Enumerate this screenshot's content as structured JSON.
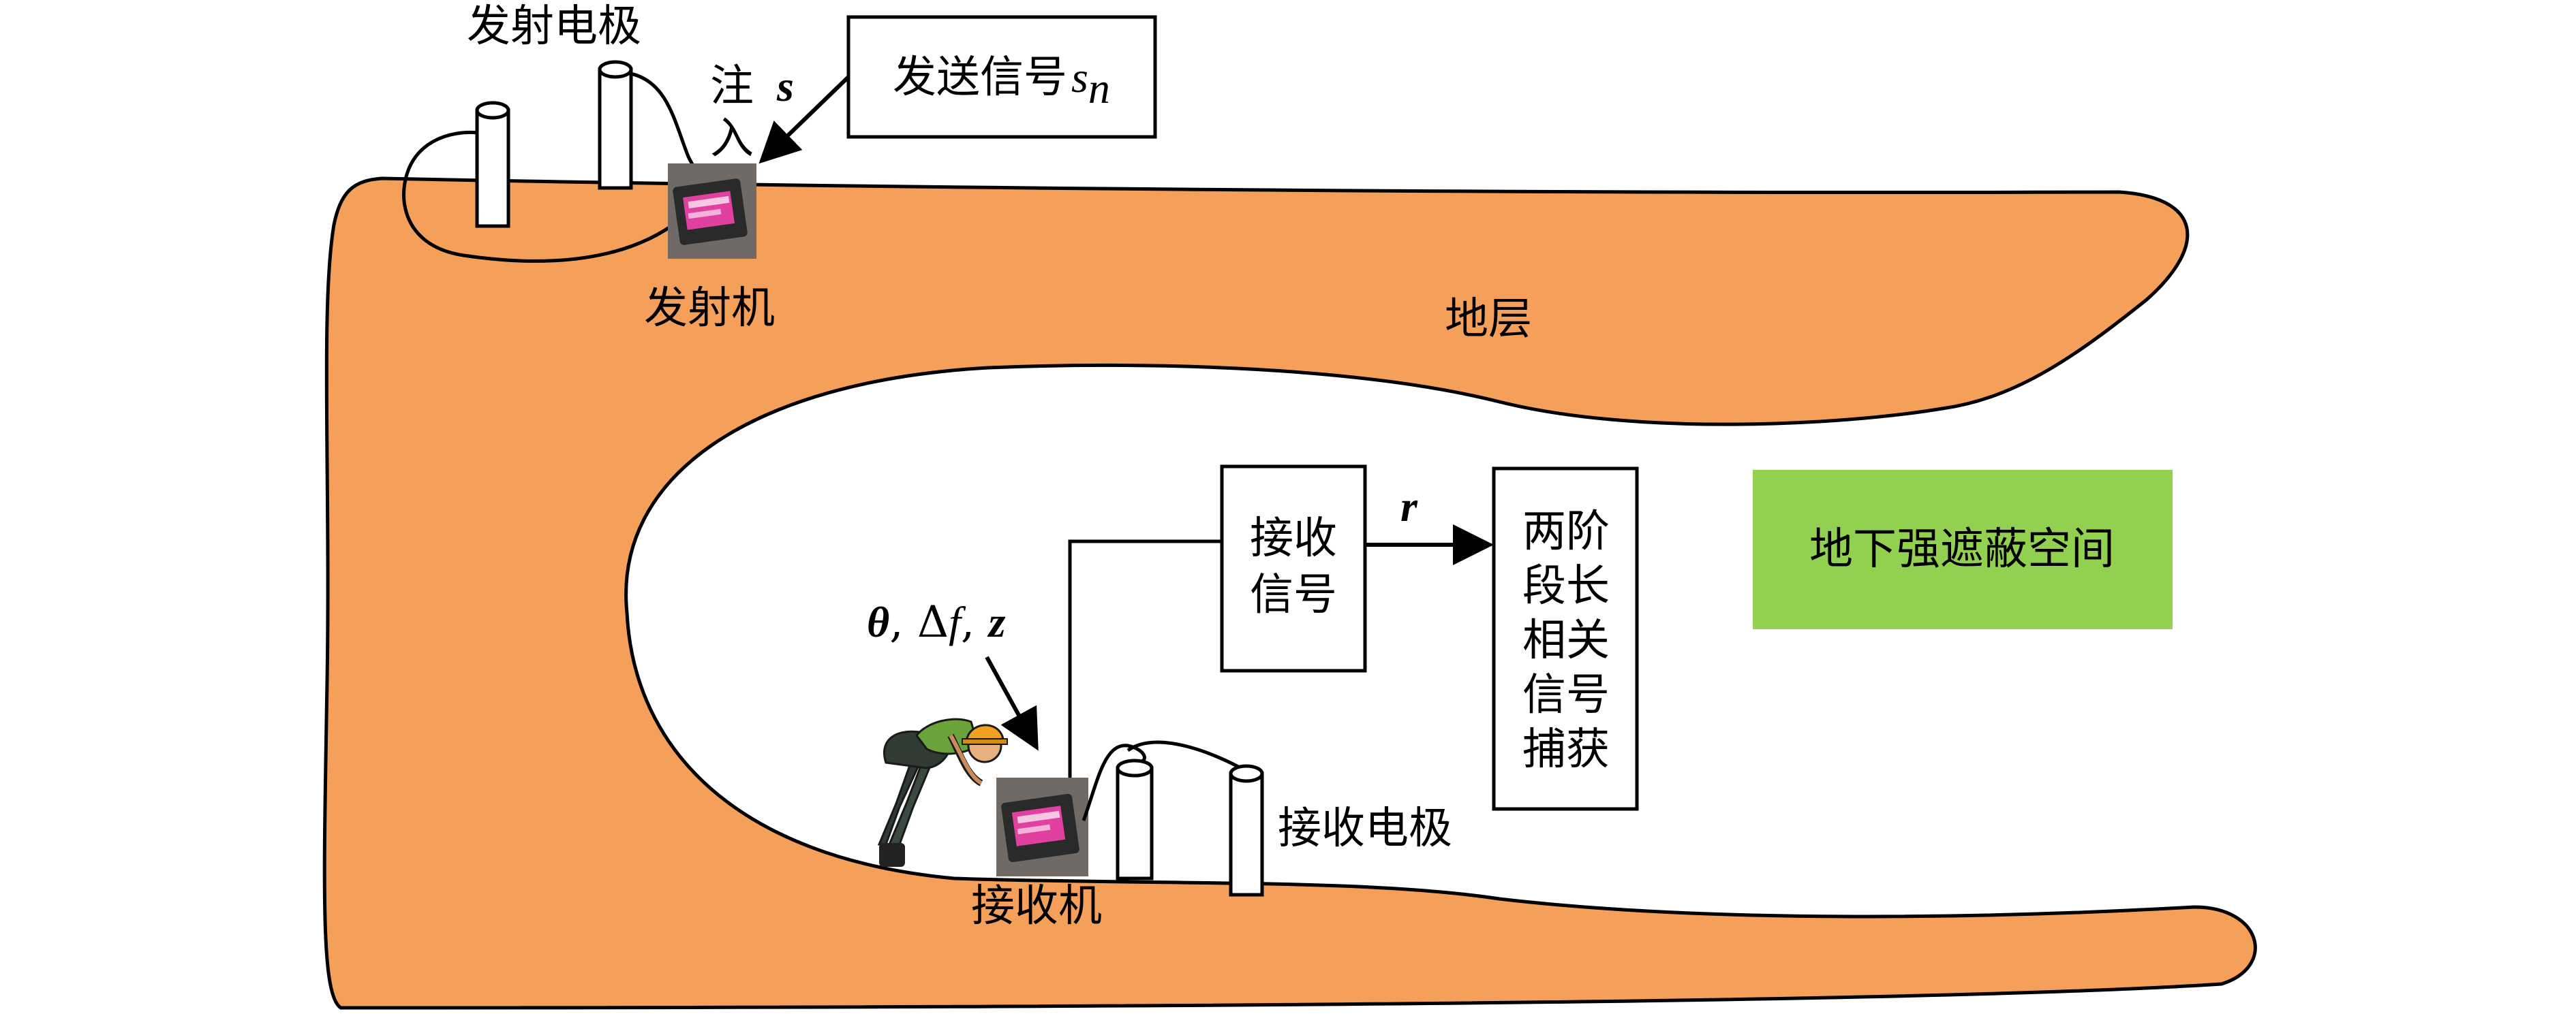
{
  "labels": {
    "tx_electrode": "发射电极",
    "inject_line1": "注",
    "inject_line2": "入",
    "inject_signal": "s",
    "send_signal_box": "发送信号",
    "send_signal_var": "s",
    "send_signal_sub": "n",
    "transmitter": "发射机",
    "stratum": "地层",
    "receive_signal_line1": "接收",
    "receive_signal_line2": "信号",
    "received_var": "r",
    "capture_lines": [
      "两阶",
      "段长",
      "相关",
      "信号",
      "捕获"
    ],
    "space_label": "地下强遮蔽空间",
    "params_theta": "θ",
    "params_sep1": ", ",
    "params_delta": "Δ",
    "params_f": "f",
    "params_sep2": ", ",
    "params_z": "z",
    "receiver": "接收机",
    "rx_electrode": "接收电极"
  },
  "colors": {
    "stratum_fill": "#f4a05a",
    "space_box_fill": "#92d050",
    "stroke": "#000000"
  },
  "icons": {
    "transmitter_device": "radio-device-icon",
    "receiver_device": "radio-device-icon",
    "worker": "worker-figure-icon"
  }
}
